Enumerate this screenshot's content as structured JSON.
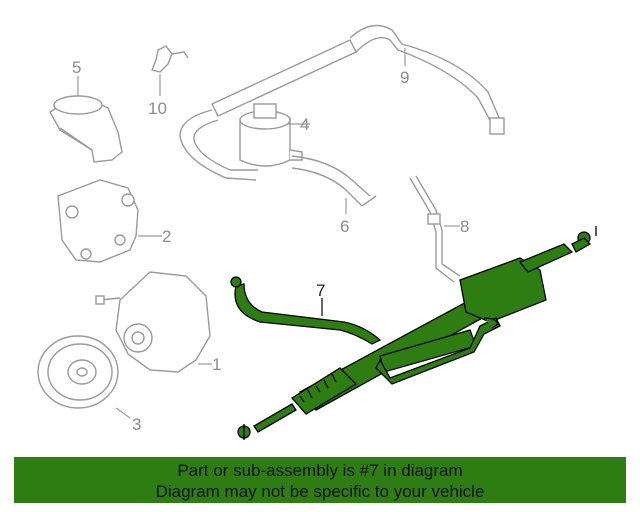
{
  "callouts": [
    {
      "id": "1",
      "label": "1"
    },
    {
      "id": "2",
      "label": "2"
    },
    {
      "id": "3",
      "label": "3"
    },
    {
      "id": "4",
      "label": "4"
    },
    {
      "id": "5",
      "label": "5"
    },
    {
      "id": "6",
      "label": "6"
    },
    {
      "id": "7",
      "label": "7"
    },
    {
      "id": "8",
      "label": "8"
    },
    {
      "id": "9",
      "label": "9"
    },
    {
      "id": "10",
      "label": "10"
    }
  ],
  "highlighted_callout": "7",
  "banner": {
    "line1": "Part or sub-assembly is #7 in diagram",
    "line2": "Diagram may not be specific to your vehicle"
  },
  "colors": {
    "highlight_fill": "#2e7d12",
    "banner_bg": "#2e7d12",
    "part_outline": "#9a9a9a",
    "highlight_outline": "#000000"
  }
}
